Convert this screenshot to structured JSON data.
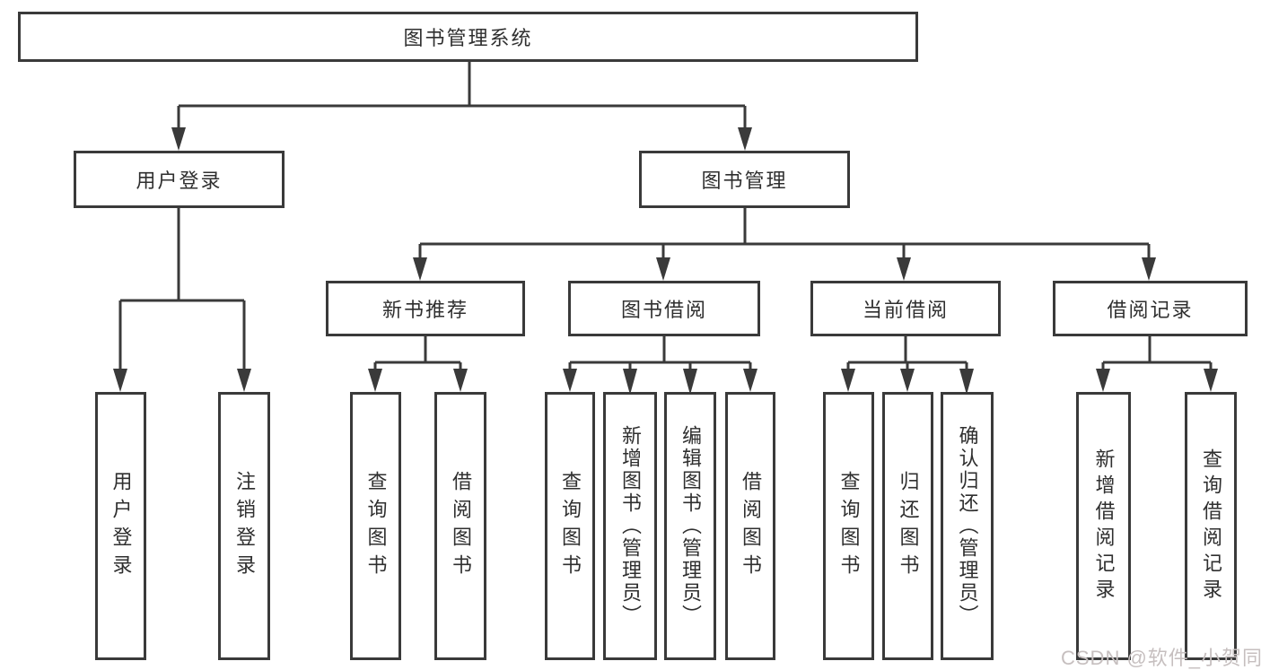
{
  "diagram": {
    "root": {
      "label": "图书管理系统"
    },
    "level2": {
      "user_login": {
        "label": "用户登录"
      },
      "book_mgmt": {
        "label": "图书管理"
      }
    },
    "level3": {
      "new_books": {
        "label": "新书推荐"
      },
      "borrowing": {
        "label": "图书借阅"
      },
      "current": {
        "label": "当前借阅"
      },
      "records": {
        "label": "借阅记录"
      }
    },
    "leaves": {
      "login_user": {
        "label": "用户登录"
      },
      "login_logout": {
        "label": "注销登录"
      },
      "new_query": {
        "label": "查询图书"
      },
      "new_borrow": {
        "label": "借阅图书"
      },
      "bor_query": {
        "label": "查询图书"
      },
      "bor_add": {
        "label": "新增图书（管理员）"
      },
      "bor_edit": {
        "label": "编辑图书（管理员）"
      },
      "bor_borrow": {
        "label": "借阅图书"
      },
      "cur_query": {
        "label": "查询图书"
      },
      "cur_return": {
        "label": "归还图书"
      },
      "cur_confirm": {
        "label": "确认归还（管理员）"
      },
      "rec_add": {
        "label": "新增借阅记录"
      },
      "rec_query": {
        "label": "查询借阅记录"
      }
    },
    "watermark": "CSDN @软件_小贺同学"
  },
  "colors": {
    "line": "#3a3a3a",
    "text": "#2f2f2f",
    "watermark": "#c6bfbf",
    "background": "#ffffff"
  }
}
